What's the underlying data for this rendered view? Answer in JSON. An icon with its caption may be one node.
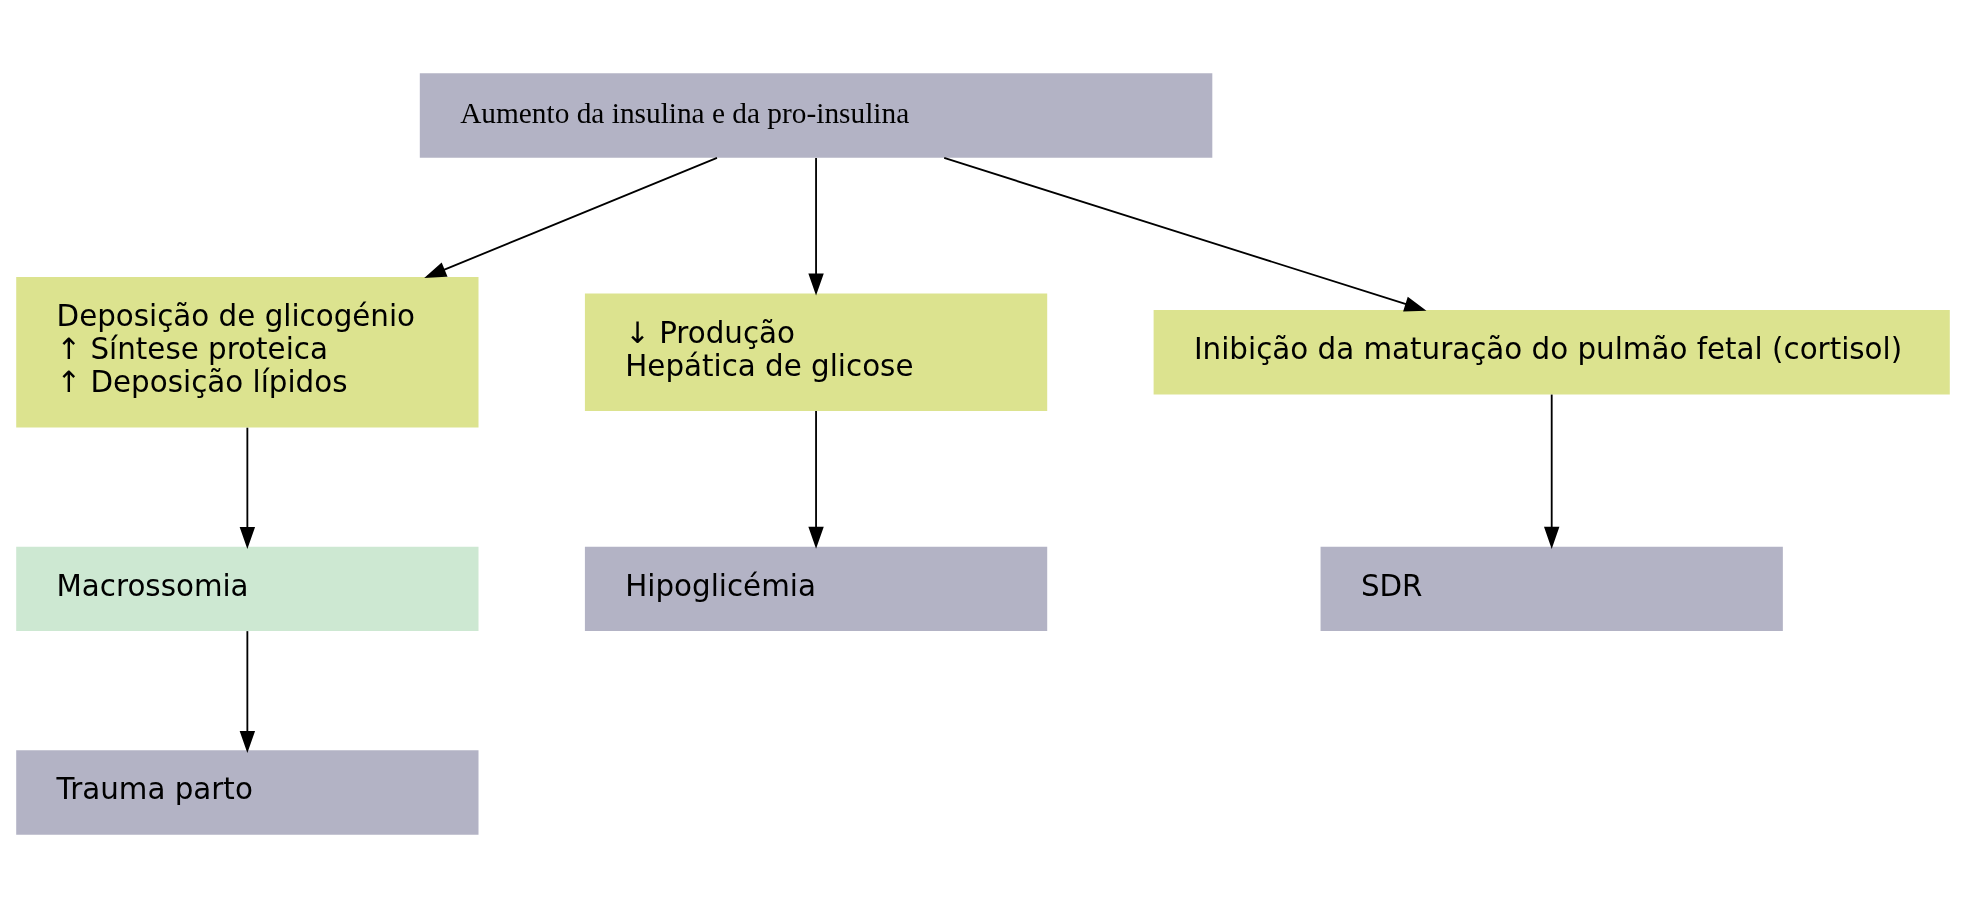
{
  "diagram": {
    "nodes": [
      {
        "text": [
          "Aumento da insulina e da pro-insulina"
        ]
      },
      {
        "text": [
          "Deposição de glicogénio",
          "↑ Síntese proteica",
          "↑ Deposição lípidos"
        ]
      },
      {
        "text": [
          "↓ Produção",
          "Hepática de glicose"
        ]
      },
      {
        "text": [
          "Inibição da maturação do pulmão fetal (cortisol)"
        ]
      },
      {
        "text": [
          "Macrossomia"
        ]
      },
      {
        "text": [
          "Hipoglicémia"
        ]
      },
      {
        "text": [
          "SDR"
        ]
      },
      {
        "text": [
          "Trauma parto"
        ]
      }
    ],
    "edges": [
      {
        "from": 0,
        "to": 1,
        "arrow": "to"
      },
      {
        "from": 0,
        "to": 2,
        "arrow": "to"
      },
      {
        "from": 0,
        "to": 3,
        "arrow": "to"
      },
      {
        "from": 1,
        "to": 4,
        "arrow": "to"
      },
      {
        "from": 2,
        "to": 5,
        "arrow": "to"
      },
      {
        "from": 3,
        "to": 6,
        "arrow": "to"
      },
      {
        "from": 4,
        "to": 7,
        "arrow": "to"
      }
    ]
  }
}
